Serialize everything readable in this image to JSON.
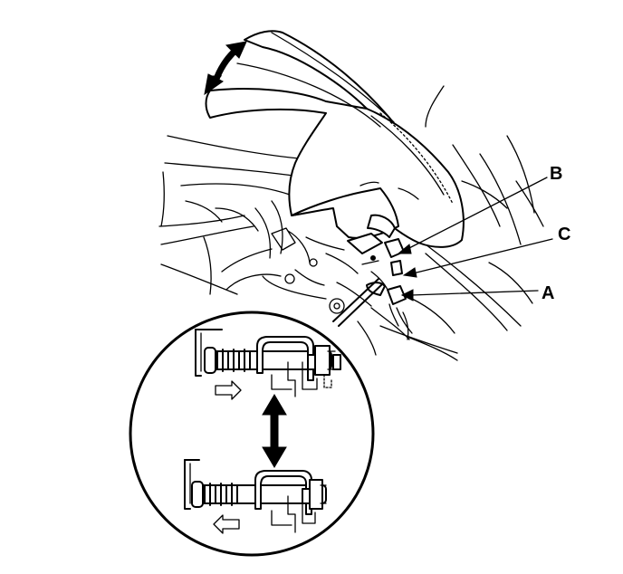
{
  "callouts": [
    {
      "id": "B",
      "label": "B"
    },
    {
      "id": "C",
      "label": "C"
    },
    {
      "id": "A",
      "label": "A"
    }
  ],
  "icons": {
    "adjust_arrow": "double-headed-curved-arrow-icon",
    "detail_arrow": "double-headed-vertical-arrow-icon",
    "direction_right": "hollow-arrow-right-icon",
    "direction_left": "hollow-arrow-left-icon"
  }
}
